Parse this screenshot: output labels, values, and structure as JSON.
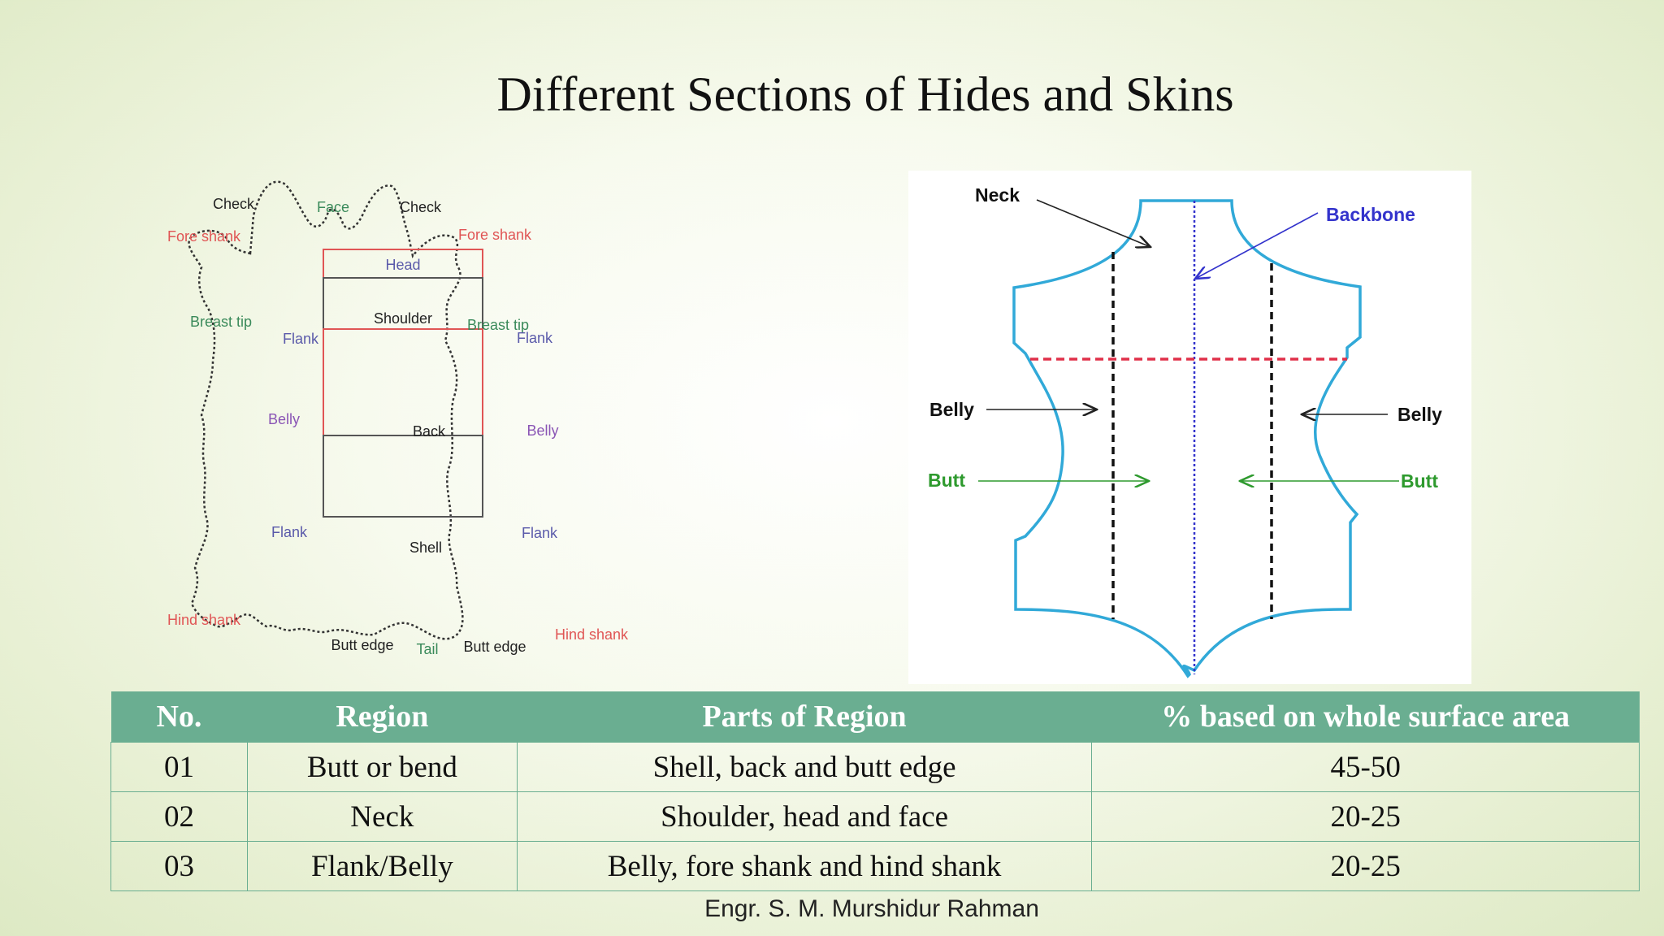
{
  "slide": {
    "title": "Different Sections of Hides and Skins",
    "footer": "Engr. S. M. Murshidur Rahman"
  },
  "left_diagram": {
    "labels": {
      "check_left": "Check",
      "face": "Face",
      "check_right": "Check",
      "fore_shank_left": "Fore shank",
      "fore_shank_right": "Fore shank",
      "head": "Head",
      "shoulder": "Shoulder",
      "breast_tip_left": "Breast tip",
      "breast_tip_right": "Breast tip",
      "flank_upper_left": "Flank",
      "flank_upper_right": "Flank",
      "belly_left": "Belly",
      "belly_right": "Belly",
      "back": "Back",
      "flank_lower_left": "Flank",
      "flank_lower_right": "Flank",
      "shell": "Shell",
      "hind_shank_left": "Hind shank",
      "hind_shank_right": "Hind shank",
      "butt_edge_left": "Butt edge",
      "tail": "Tail",
      "butt_edge_right": "Butt edge"
    },
    "colors": {
      "red": "#e05555",
      "green": "#3a8a5a",
      "blue": "#5a5aaa",
      "purple": "#8a55b5"
    }
  },
  "right_diagram": {
    "labels": {
      "neck": "Neck",
      "backbone": "Backbone",
      "belly_left": "Belly",
      "belly_right": "Belly",
      "butt_left": "Butt",
      "butt_right": "Butt"
    },
    "colors": {
      "outline": "#31a9d8",
      "backbone": "#3333cc",
      "cut": "#e0304a",
      "butt": "#2e9a2e"
    }
  },
  "table": {
    "headers": [
      "No.",
      "Region",
      "Parts of Region",
      "% based on whole surface area"
    ],
    "rows": [
      [
        "01",
        "Butt or bend",
        "Shell, back and butt edge",
        "45-50"
      ],
      [
        "02",
        "Neck",
        "Shoulder, head and face",
        "20-25"
      ],
      [
        "03",
        "Flank/Belly",
        "Belly, fore shank and hind shank",
        "20-25"
      ]
    ],
    "header_color": "#6aae91"
  }
}
